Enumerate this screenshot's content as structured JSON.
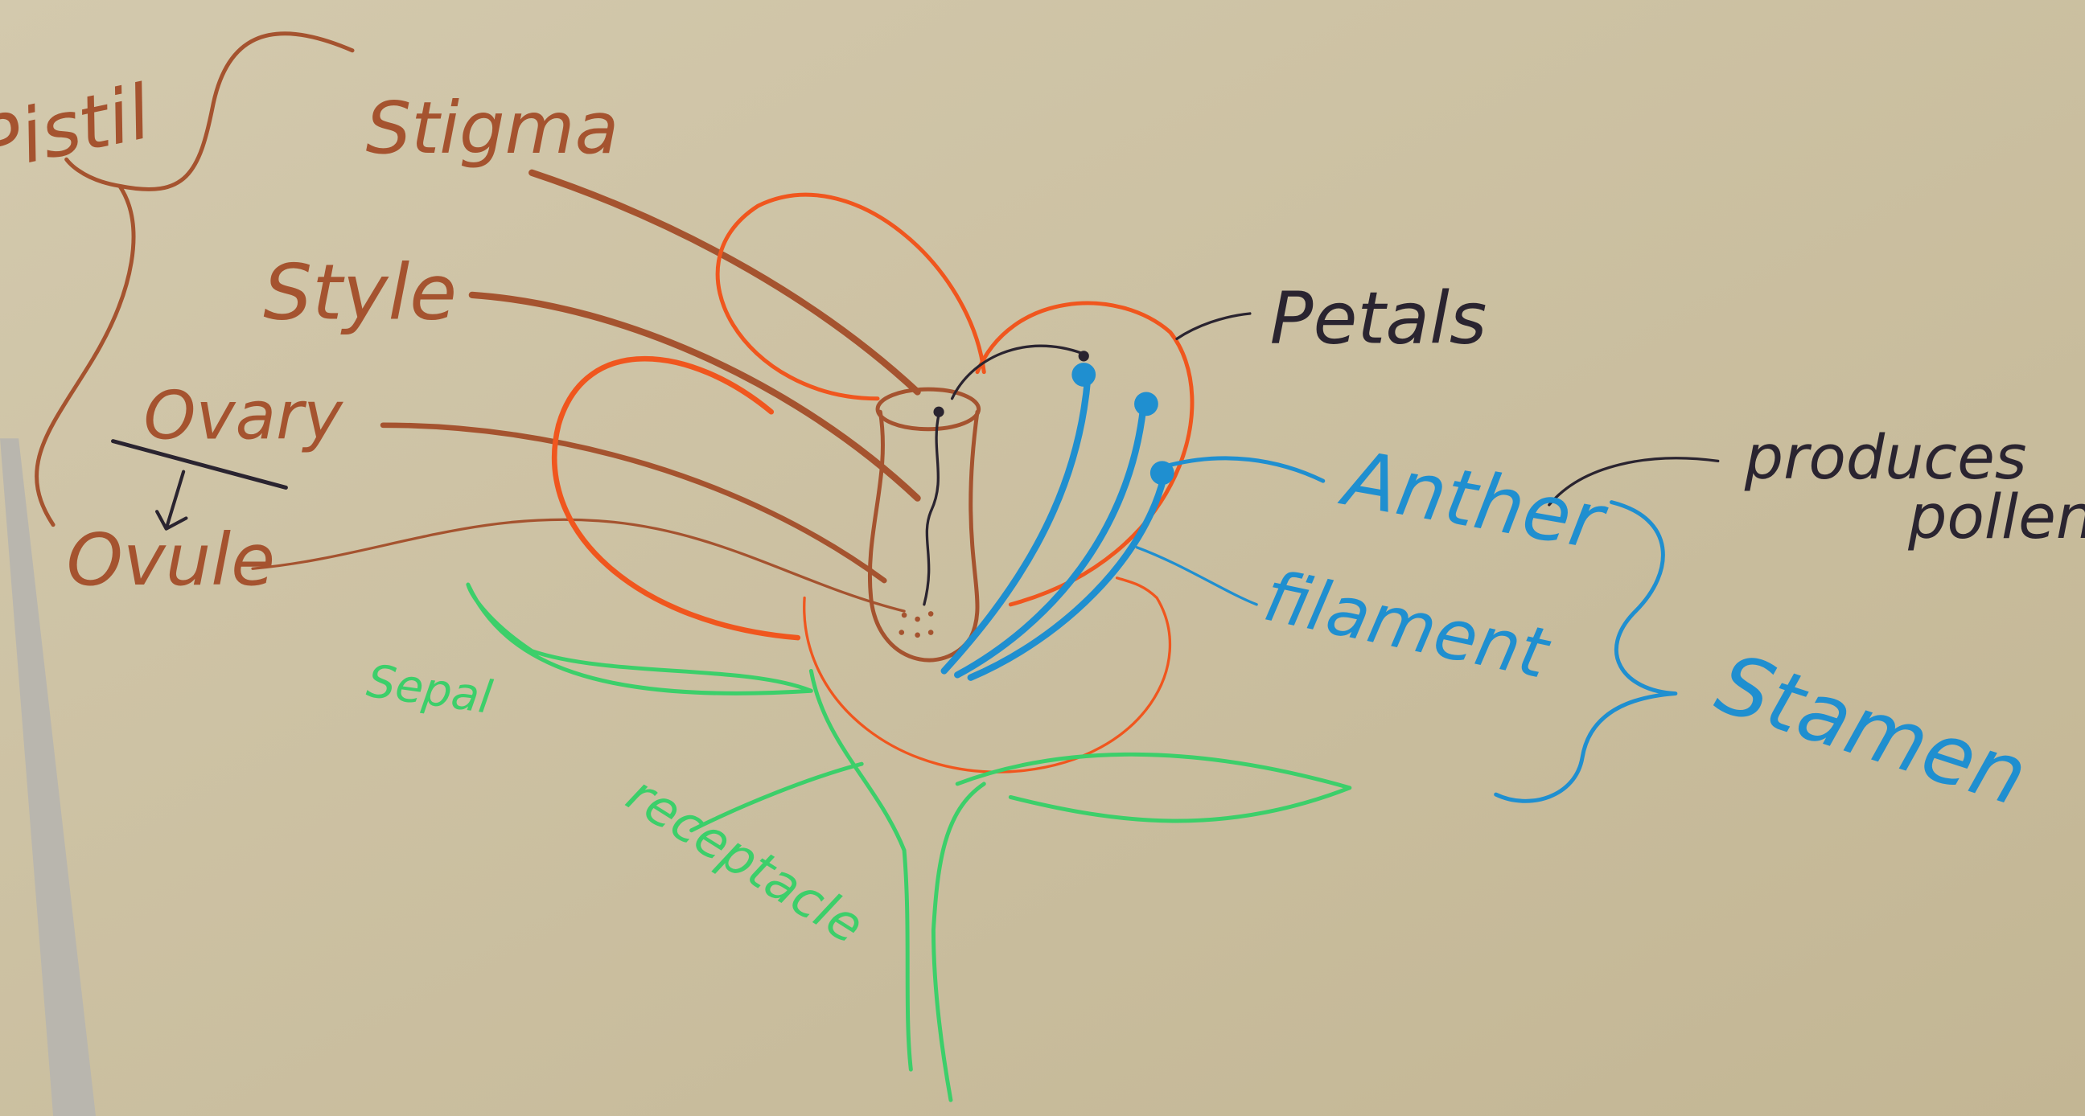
{
  "labels": {
    "pistil": "Pistil",
    "stigma": "Stigma",
    "style": "Style",
    "ovary": "Ovary",
    "ovule": "Ovule",
    "petals": "Petals",
    "anther": "Anther",
    "filament": "filament",
    "stamen": "Stamen",
    "produces": "produces",
    "pollen": "pollen",
    "sepal": "Sepal",
    "receptacle": "receptacle"
  },
  "colors": {
    "board": "#cdc2a4",
    "pistil_brown": "#a5532f",
    "petal_orange": "#f0561e",
    "stamen_blue": "#1f8fd0",
    "sepal_green": "#3ccf6a",
    "black": "#2a2430"
  }
}
